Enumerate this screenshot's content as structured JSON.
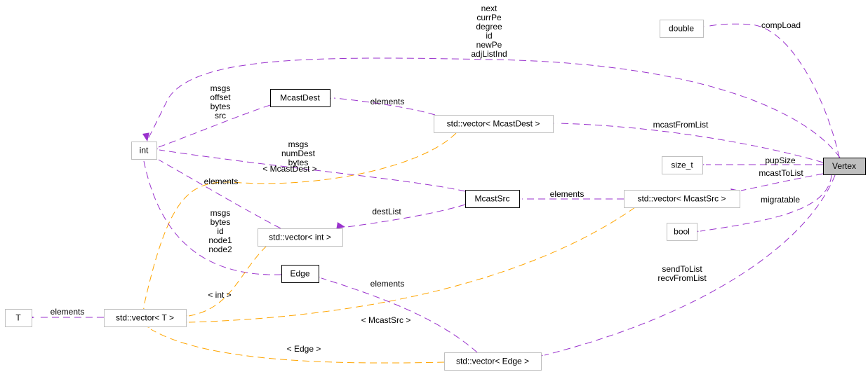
{
  "diagram": {
    "type": "collaboration-graph",
    "nodes": [
      {
        "id": "vertex",
        "label": "Vertex",
        "style": "main"
      },
      {
        "id": "double",
        "label": "double",
        "style": "plain"
      },
      {
        "id": "int",
        "label": "int",
        "style": "plain"
      },
      {
        "id": "mcastdest",
        "label": "McastDest",
        "style": "doc"
      },
      {
        "id": "vec_mcastdest",
        "label": "std::vector< McastDest >",
        "style": "plain"
      },
      {
        "id": "size_t",
        "label": "size_t",
        "style": "plain"
      },
      {
        "id": "mcastsrc",
        "label": "McastSrc",
        "style": "doc"
      },
      {
        "id": "vec_mcastsrc",
        "label": "std::vector< McastSrc >",
        "style": "plain"
      },
      {
        "id": "bool",
        "label": "bool",
        "style": "plain"
      },
      {
        "id": "vec_int",
        "label": "std::vector< int >",
        "style": "plain"
      },
      {
        "id": "edge",
        "label": "Edge",
        "style": "doc"
      },
      {
        "id": "T",
        "label": "T",
        "style": "plain"
      },
      {
        "id": "vec_T",
        "label": "std::vector< T >",
        "style": "plain"
      },
      {
        "id": "vec_edge",
        "label": "std::vector< Edge >",
        "style": "plain"
      }
    ],
    "edges": [
      {
        "from": "vertex",
        "to": "int",
        "kind": "member",
        "label": [
          "next",
          "currPe",
          "degree",
          "id",
          "newPe",
          "adjListInd"
        ]
      },
      {
        "from": "vertex",
        "to": "double",
        "kind": "member",
        "label": [
          "compLoad"
        ]
      },
      {
        "from": "vec_mcastdest",
        "to": "mcastdest",
        "kind": "member",
        "label": [
          "elements"
        ]
      },
      {
        "from": "mcastdest",
        "to": "int",
        "kind": "member",
        "label": [
          "msgs",
          "offset",
          "bytes",
          "src"
        ]
      },
      {
        "from": "vertex",
        "to": "vec_mcastdest",
        "kind": "member",
        "label": [
          "mcastFromList"
        ]
      },
      {
        "from": "mcastsrc",
        "to": "int",
        "kind": "member",
        "label": [
          "msgs",
          "numDest",
          "bytes"
        ]
      },
      {
        "from": "vertex",
        "to": "size_t",
        "kind": "member",
        "label": [
          "pupSize"
        ]
      },
      {
        "from": "vertex",
        "to": "vec_mcastsrc",
        "kind": "member",
        "label": [
          "mcastToList"
        ]
      },
      {
        "from": "vec_int",
        "to": "int",
        "kind": "member",
        "label": [
          "elements"
        ]
      },
      {
        "from": "vec_mcastdest",
        "to": "vec_T",
        "kind": "template",
        "label": [
          "< McastDest >"
        ]
      },
      {
        "from": "vec_mcastsrc",
        "to": "mcastsrc",
        "kind": "member",
        "label": [
          "elements"
        ]
      },
      {
        "from": "mcastsrc",
        "to": "vec_int",
        "kind": "member",
        "label": [
          "destList"
        ]
      },
      {
        "from": "vertex",
        "to": "bool",
        "kind": "member",
        "label": [
          "migratable"
        ]
      },
      {
        "from": "edge",
        "to": "int",
        "kind": "member",
        "label": [
          "msgs",
          "bytes",
          "id",
          "node1",
          "node2"
        ]
      },
      {
        "from": "vec_int",
        "to": "vec_T",
        "kind": "template",
        "label": [
          "< int >"
        ]
      },
      {
        "from": "vec_edge",
        "to": "edge",
        "kind": "member",
        "label": [
          "elements"
        ]
      },
      {
        "from": "vertex",
        "to": "vec_edge",
        "kind": "member",
        "label": [
          "sendToList",
          "recvFromList"
        ]
      },
      {
        "from": "vec_T",
        "to": "T",
        "kind": "member",
        "label": [
          "elements"
        ]
      },
      {
        "from": "vec_mcastsrc",
        "to": "vec_T",
        "kind": "template",
        "label": [
          "< McastSrc >"
        ]
      },
      {
        "from": "vec_edge",
        "to": "vec_T",
        "kind": "template",
        "label": [
          "< Edge >"
        ]
      }
    ],
    "colors": {
      "member_edge": "#9a32cd",
      "template_edge": "#ffa500",
      "main_node_fill": "#bfbfbf",
      "plain_node_border": "#bfbfbf",
      "documented_node_border": "#000000"
    }
  }
}
